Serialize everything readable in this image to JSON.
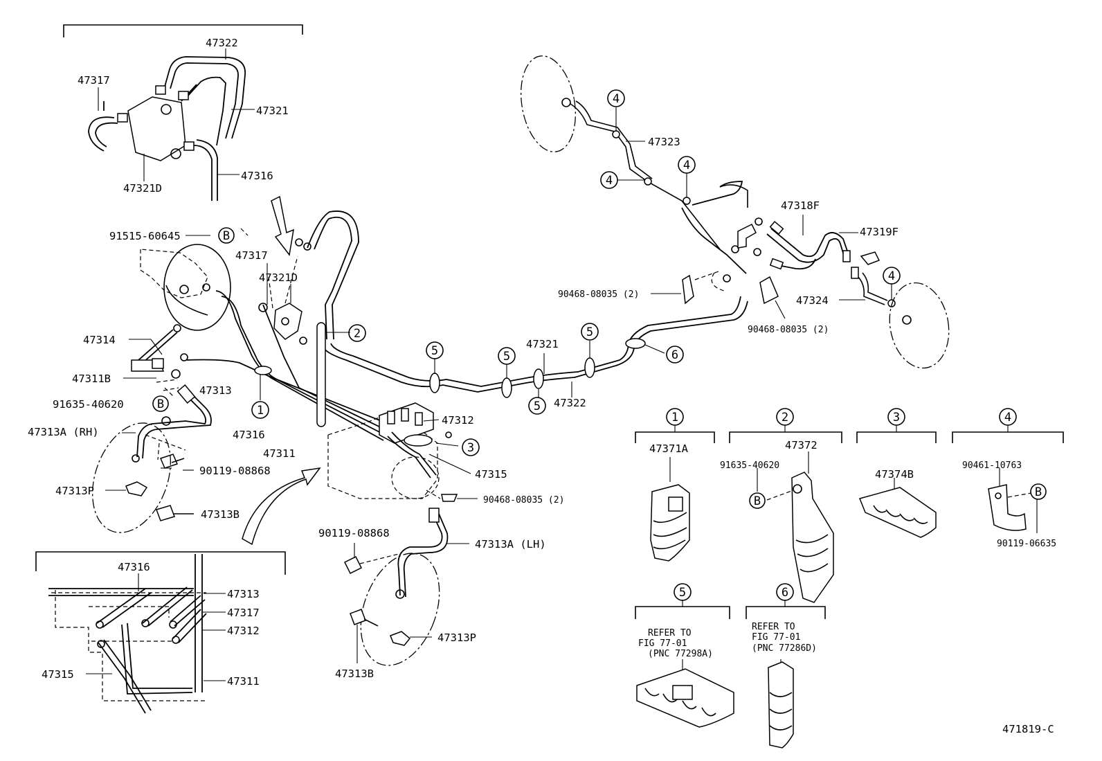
{
  "labels": {
    "p47322_top": "47322",
    "p47317_top": "47317",
    "p47321_top": "47321",
    "p47316_top": "47316",
    "p47321D_top": "47321D",
    "p91515": "91515-60645",
    "p47317_mid": "47317",
    "p47321D_mid": "47321D",
    "p47314": "47314",
    "p47311B": "47311B",
    "p47313": "47313",
    "p91635_left": "91635-40620",
    "p47313A_RH": "47313A (RH)",
    "p47316_mid": "47316",
    "p47311_mid": "47311",
    "p90119_left": "90119-08868",
    "p47313P_left": "47313P",
    "p47313B_left": "47313B",
    "p47312_mid": "47312",
    "p47315_mid": "47315",
    "p90468_center": "90468-08035 (2)",
    "p90119_center": "90119-08868",
    "p47313A_LH": "47313A (LH)",
    "p47313P_center": "47313P",
    "p47313B_center": "47313B",
    "p47316_inset": "47316",
    "p47313_inset": "47313",
    "p47317_inset": "47317",
    "p47312_inset": "47312",
    "p47315_inset": "47315",
    "p47311_inset": "47311",
    "p47323": "47323",
    "p47318F": "47318F",
    "p47319F": "47319F",
    "p90468_right_a": "90468-08035 (2)",
    "p90468_right_b": "90468-08035 (2)",
    "p47324": "47324",
    "p47321_right": "47321",
    "p47322_right": "47322",
    "p47371A": "47371A",
    "p47372": "47372",
    "p91635_right": "91635-40620",
    "p47374B": "47374B",
    "p90461": "90461-10763",
    "p90119_right": "90119-06635",
    "ref5_line1": "REFER TO",
    "ref5_line2": "FIG 77-01",
    "ref5_line3": "(PNC 77298A)",
    "ref6_line1": "REFER TO",
    "ref6_line2": "FIG 77-01",
    "ref6_line3": "(PNC 77286D)",
    "figure_code": "471819-C"
  },
  "callouts": {
    "one": "1",
    "two": "2",
    "three": "3",
    "four": "4",
    "five": "5",
    "six": "6",
    "b": "B"
  },
  "icons": [
    "brake-booster-icon",
    "proportioning-valve-icon",
    "abs-actuator-icon",
    "clamp-icon",
    "clip-icon",
    "bolt-icon",
    "arrow-icon"
  ],
  "colors": {
    "line": "#000000",
    "background": "#ffffff"
  }
}
